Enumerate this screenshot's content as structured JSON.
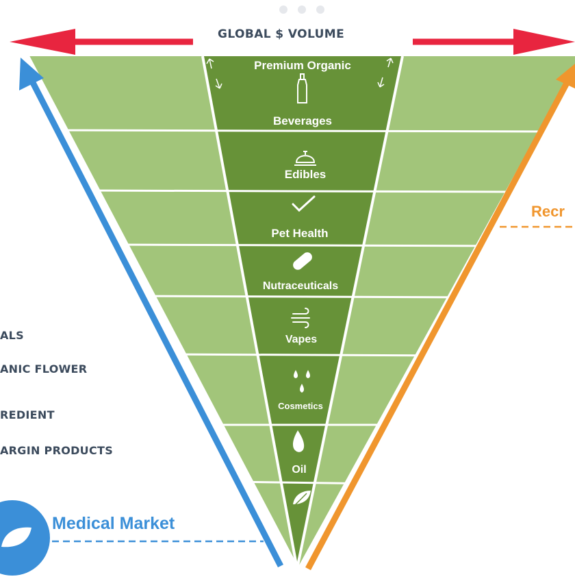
{
  "header": {
    "title": "GLOBAL $ VOLUME"
  },
  "segments": [
    {
      "label_top": "Premium Organic",
      "label_bottom": "Beverages",
      "icon": "bottle-icon"
    },
    {
      "label": "Edibles",
      "icon": "cloche-icon"
    },
    {
      "label": "Pet Health",
      "icon": "checkmark-icon"
    },
    {
      "label": "Nutraceuticals",
      "icon": "pill-icon"
    },
    {
      "label": "Vapes",
      "icon": "wind-icon"
    },
    {
      "label": "Cosmetics",
      "icon": "droplets-icon"
    },
    {
      "label": "Oil",
      "icon": "drop-icon"
    },
    {
      "label": "",
      "icon": "leaf-icon"
    }
  ],
  "left_list": [
    "ALS",
    "ANIC FLOWER",
    "REDIENT",
    "ARGIN PRODUCTS"
  ],
  "markets": {
    "medical": {
      "label": "Medical Market",
      "color": "#3b8fd8"
    },
    "recreational": {
      "label": "Recr",
      "color": "#f0962e"
    }
  },
  "colors": {
    "outer_green": "#a2c57a",
    "inner_green": "#679238",
    "arrow_red": "#e8253f",
    "medical_blue": "#3b8fd8",
    "recreational_orange": "#f0962e"
  }
}
